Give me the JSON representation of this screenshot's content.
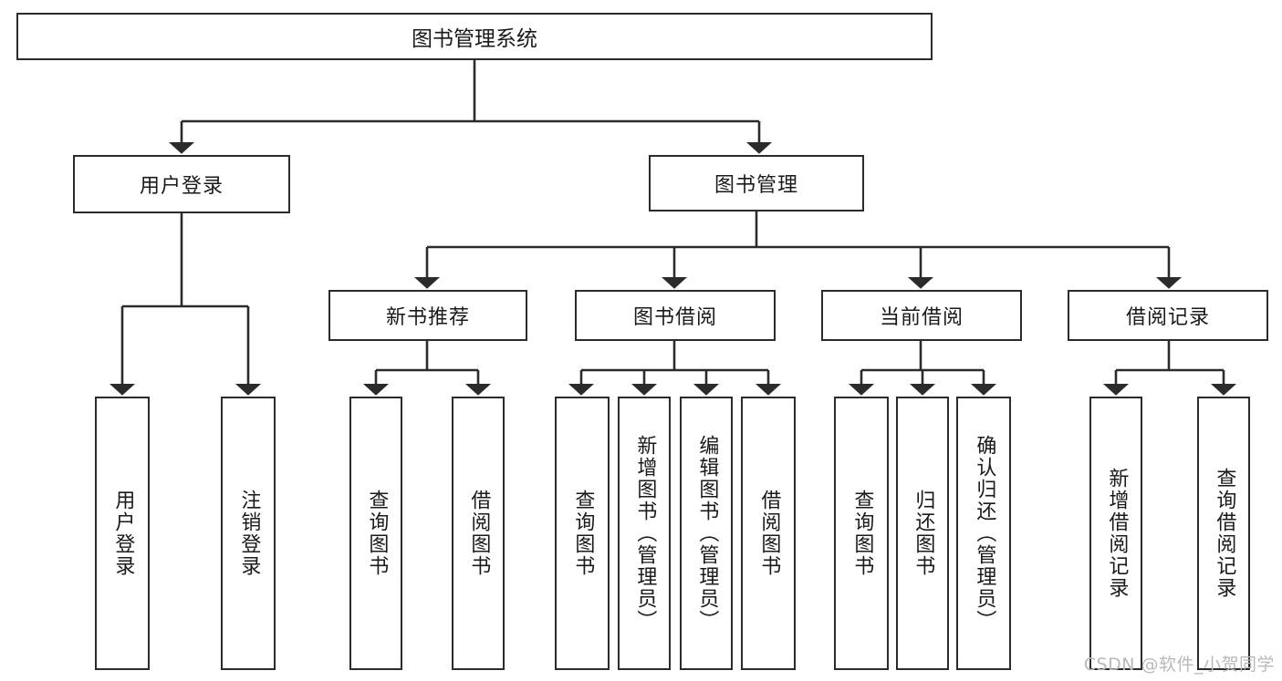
{
  "diagram": {
    "title": "图书管理系统",
    "root": {
      "label": "图书管理系统"
    },
    "level1": [
      {
        "label": "用户登录"
      },
      {
        "label": "图书管理"
      }
    ],
    "level2": [
      {
        "label": "新书推荐"
      },
      {
        "label": "图书借阅"
      },
      {
        "label": "当前借阅"
      },
      {
        "label": "借阅记录"
      }
    ],
    "leaves": {
      "user_login": [
        {
          "label": "用户登录"
        },
        {
          "label": "注销登录"
        }
      ],
      "new_book": [
        {
          "label": "查询图书"
        },
        {
          "label": "借阅图书"
        }
      ],
      "borrow_book": [
        {
          "label": "查询图书"
        },
        {
          "label": "新增图书（管理员）"
        },
        {
          "label": "编辑图书（管理员）"
        },
        {
          "label": "借阅图书"
        }
      ],
      "current_borrow": [
        {
          "label": "查询图书"
        },
        {
          "label": "归还图书"
        },
        {
          "label": "确认归还（管理员）"
        }
      ],
      "borrow_record": [
        {
          "label": "新增借阅记录"
        },
        {
          "label": "查询借阅记录"
        }
      ]
    }
  },
  "watermark": {
    "text": "CSDN @软件_小贺同学"
  },
  "colors": {
    "stroke": "#2b2b2b",
    "fill": "#ffffff",
    "text": "#1a1a1a",
    "watermark": "#b9b9b9"
  }
}
